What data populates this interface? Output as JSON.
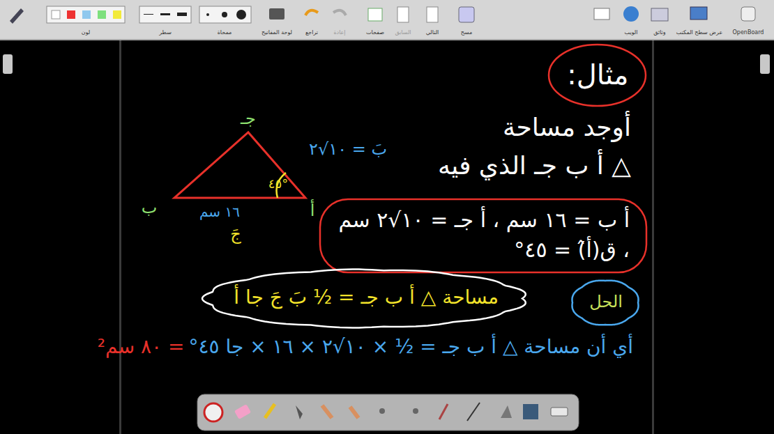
{
  "diagram": {
    "nodes": [
      {
        "text": [
          "مثال:"
        ]
      },
      {
        "text": [
          "أ ب = ١٦ سم ، أ جـ = ١٠√٢ سم",
          "، ق(أ̂) = ٤٥°"
        ]
      },
      {
        "text": [
          "مساحة △ أ ب جـ = ½ بَ جَ جا أ"
        ]
      },
      {
        "text": [
          "الحل"
        ]
      }
    ],
    "edges": [],
    "labels": [
      "أوجد مساحة",
      "△ أ ب جـ الذي فيه",
      "جـ",
      "ب",
      "أ",
      "٤٥°",
      "١٦ سم",
      "جَ",
      "بَ = ١٠√٢",
      "أي أن مساحة △ أ ب جـ = ½ × ١٠√٢ × ١٦ × جا ٤٥°",
      "= ٨٠ سم²",
      "لون",
      "سطر",
      "ممحاة",
      "لوحة المفاتيح",
      "تراجع",
      "إعادة",
      "صفحات",
      "السابق",
      "التالي",
      "مسح",
      "الويب",
      "وثائق",
      "عرض سطح المكتب",
      "OpenBoard"
    ]
  }
}
